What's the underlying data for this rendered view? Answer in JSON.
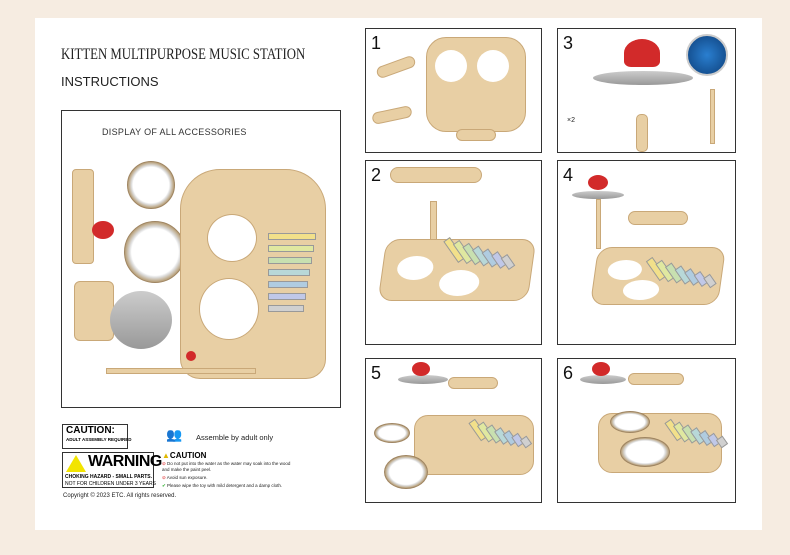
{
  "header": {
    "title": "KITTEN MULTIPURPOSE MUSIC STATION",
    "subtitle": "INSTRUCTIONS"
  },
  "accessories": {
    "label": "DISPLAY OF ALL ACCESSORIES"
  },
  "steps": [
    {
      "number": "1"
    },
    {
      "number": "2"
    },
    {
      "number": "3",
      "note": "×2"
    },
    {
      "number": "4"
    },
    {
      "number": "5"
    },
    {
      "number": "6"
    }
  ],
  "safety": {
    "caution_label": "CAUTION:",
    "caution_sub": "ADULT ASSEMBLY REQUIRED",
    "assemble": "Assemble by adult only",
    "warning_label": "WARNING",
    "warning_line1": "CHOKING  HAZARD - SMALL PARTS.",
    "warning_line2": "NOT FOR CHILDREN UNDER 3 YEARS",
    "caution2": "CAUTION",
    "items": [
      "Do not put into the water as the water may soak into the wood and make the paint peel.",
      "Avoid sun exposure.",
      "Please wipe the toy with mild detergent and a damp cloth."
    ],
    "copyright": "Copyright © 2023 ETC. All rights reserved."
  },
  "colors": {
    "background": "#f6ece1",
    "wood": "#e8cfa4",
    "red": "#d22a2a"
  },
  "xylophone_colors": [
    "#f2e08a",
    "#e0e8a0",
    "#c8e0b0",
    "#b8d8d8",
    "#b0cce0",
    "#c0c8e8",
    "#d0d0d0"
  ]
}
